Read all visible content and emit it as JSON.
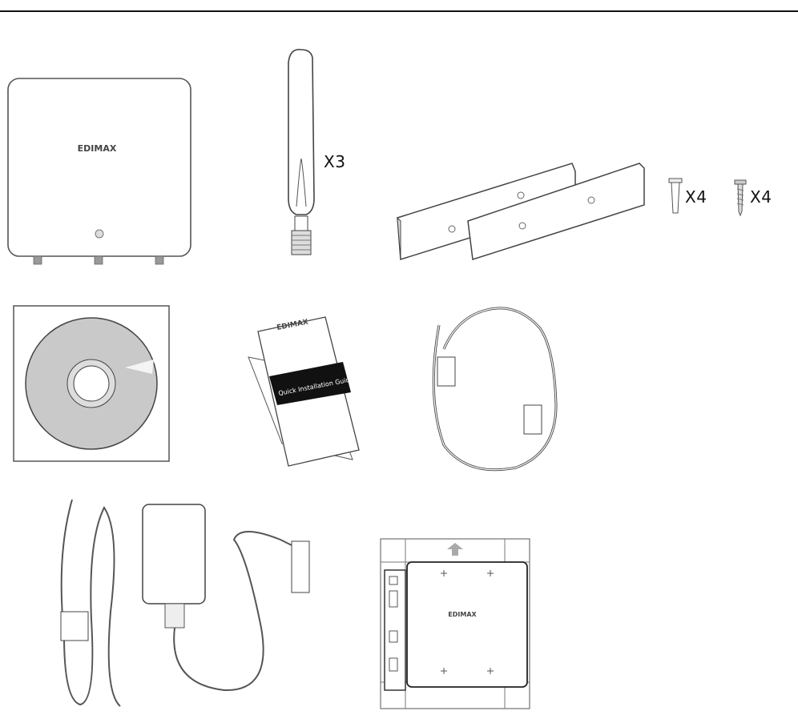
{
  "items": {
    "access_point": {
      "brand": "EDIMAX"
    },
    "antenna": {
      "quantity": "X3"
    },
    "mounting_kit": {
      "anchor_quantity": "X4",
      "screw_quantity": "X4"
    },
    "guide": {
      "brand": "EDIMAX",
      "title": "Quick Installation Guide"
    },
    "mount_bracket": {
      "brand": "EDIMAX"
    }
  }
}
